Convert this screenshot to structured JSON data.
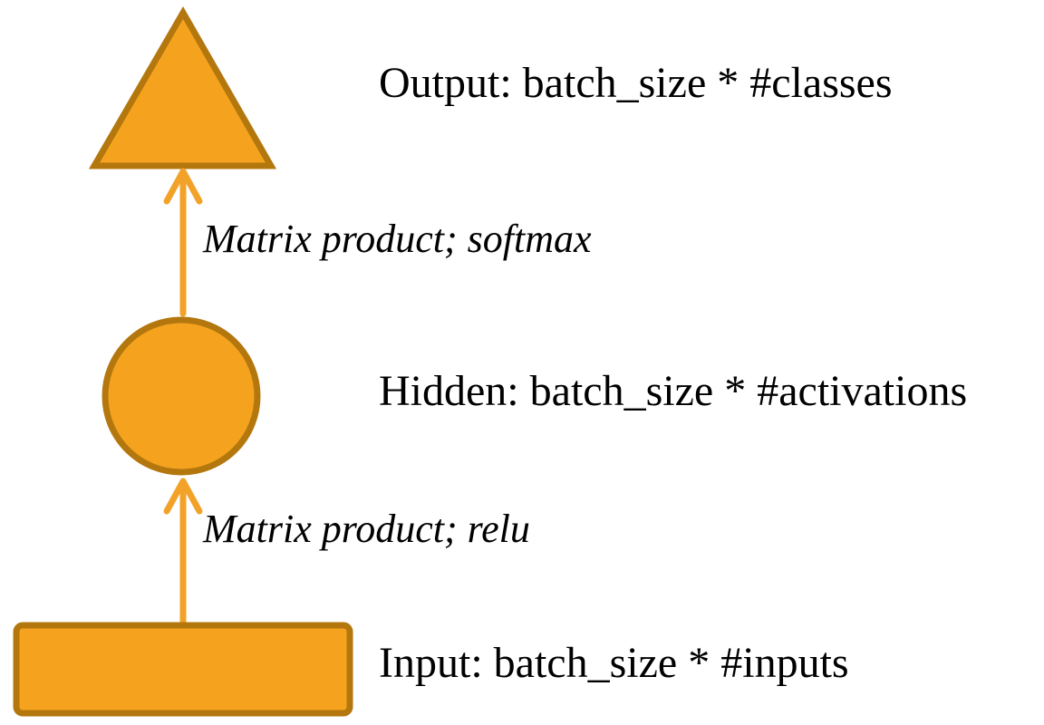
{
  "diagram": {
    "nodes": [
      {
        "id": "output",
        "shape": "triangle",
        "label": "Output: batch_size * #classes"
      },
      {
        "id": "hidden",
        "shape": "circle",
        "label": "Hidden: batch_size * #activations"
      },
      {
        "id": "input",
        "shape": "rectangle",
        "label": "Input: batch_size * #inputs"
      }
    ],
    "edges": [
      {
        "from": "hidden",
        "to": "output",
        "label": "Matrix product; softmax"
      },
      {
        "from": "input",
        "to": "hidden",
        "label": "Matrix product; relu"
      }
    ],
    "colors": {
      "shape_fill": "#F5A31E",
      "shape_stroke": "#B3770E",
      "arrow": "#F2A229",
      "text": "#000000",
      "background": "#FFFFFF"
    }
  }
}
